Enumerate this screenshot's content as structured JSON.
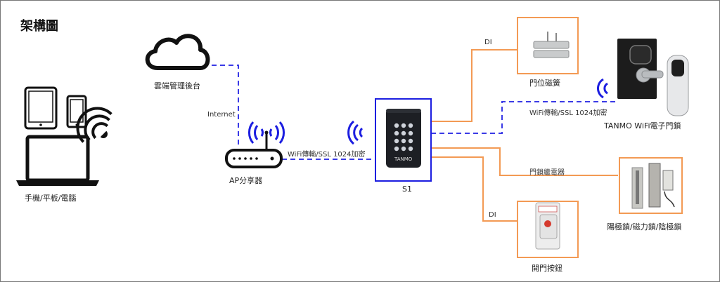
{
  "title": "架構圖",
  "nodes": {
    "devices": "手機/平板/電腦",
    "cloud": "雲端管理後台",
    "ap": "AP分享器",
    "s1": "S1",
    "door_sensor": "門位磁簧",
    "wifi_lock": "TANMO WiFi電子門鎖",
    "locks": "陽極鎖/磁力鎖/陰極鎖",
    "exit_button": "開門按鈕"
  },
  "links": {
    "internet": "Internet",
    "wifi_ap_s1": "WiFi傳輸/SSL 1024加密",
    "wifi_s1_lock": "WiFi傳輸/SSL 1024加密",
    "di_sensor": "DI",
    "relay": "門鎖繼電器",
    "di_button": "DI"
  },
  "device_text": {
    "brand": "TANMO"
  },
  "colors": {
    "orange": "#f39a54",
    "blue": "#1c1ee0",
    "dashed": "#3a3ae6"
  }
}
